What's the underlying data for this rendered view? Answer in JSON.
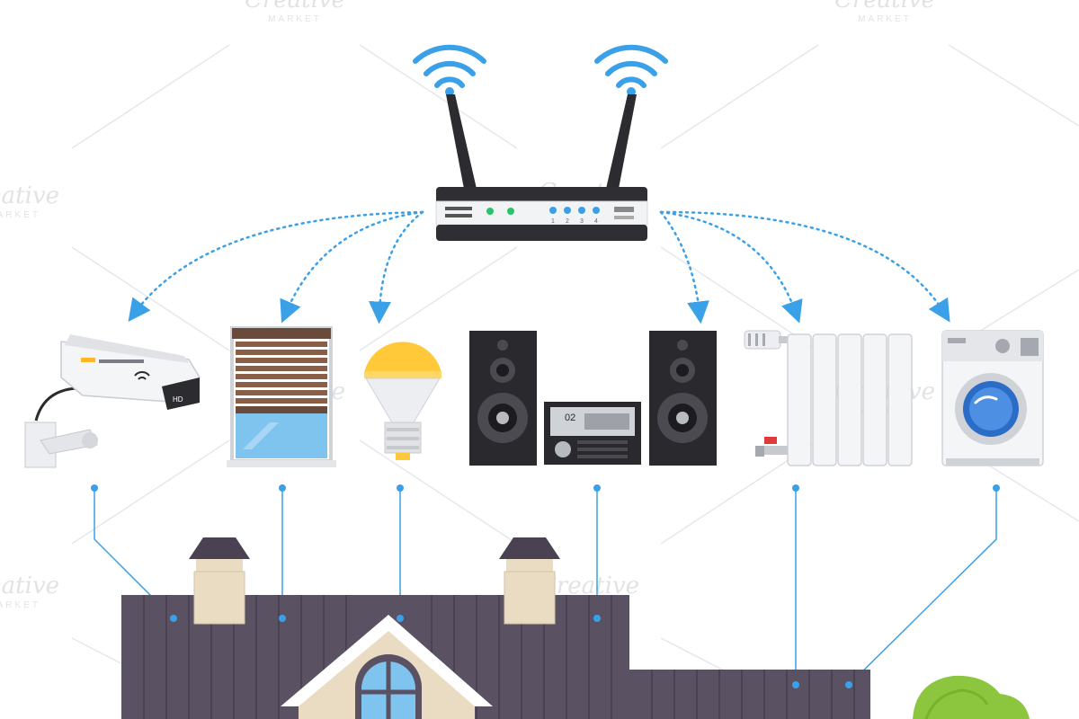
{
  "watermark": {
    "brand": "Creative",
    "sub": "MARKET"
  },
  "router": {
    "name": "wifi-router",
    "port_numbers": [
      "1",
      "2",
      "3",
      "4"
    ]
  },
  "devices": [
    {
      "id": "security-camera",
      "label_print": "HD"
    },
    {
      "id": "window-blinds"
    },
    {
      "id": "light-bulb"
    },
    {
      "id": "stereo-system",
      "display_value": "02"
    },
    {
      "id": "radiator"
    },
    {
      "id": "washing-machine"
    }
  ],
  "colors": {
    "link": "#3aa0e8",
    "roof": "#5a5163",
    "chimney": "#e9dcc2",
    "bulb": "#ffc93a",
    "speaker": "#2a2a2e",
    "window_glass": "#7fc4ee"
  }
}
